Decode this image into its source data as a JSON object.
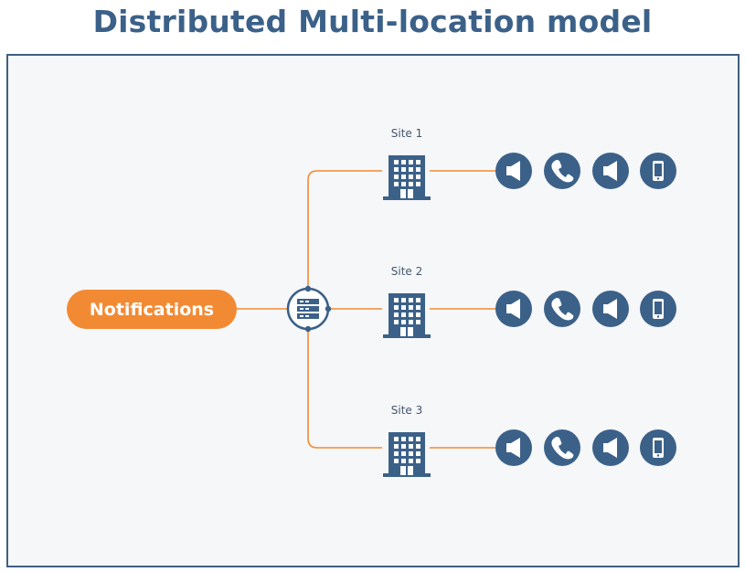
{
  "title": "Distributed Multi-location model",
  "source": {
    "label": "Notifications"
  },
  "colors": {
    "accent": "#f28a33",
    "icon": "#3b6189",
    "frame_border": "#3f5f80",
    "frame_bg": "#f6f7f9"
  },
  "hub": {
    "icon": "server-icon"
  },
  "sites": [
    {
      "label": "Site 1",
      "endpoints": [
        "speaker-icon",
        "phone-icon",
        "speaker-icon",
        "mobile-icon"
      ]
    },
    {
      "label": "Site 2",
      "endpoints": [
        "speaker-icon",
        "phone-icon",
        "speaker-icon",
        "mobile-icon"
      ]
    },
    {
      "label": "Site 3",
      "endpoints": [
        "speaker-icon",
        "phone-icon",
        "speaker-icon",
        "mobile-icon"
      ]
    }
  ]
}
